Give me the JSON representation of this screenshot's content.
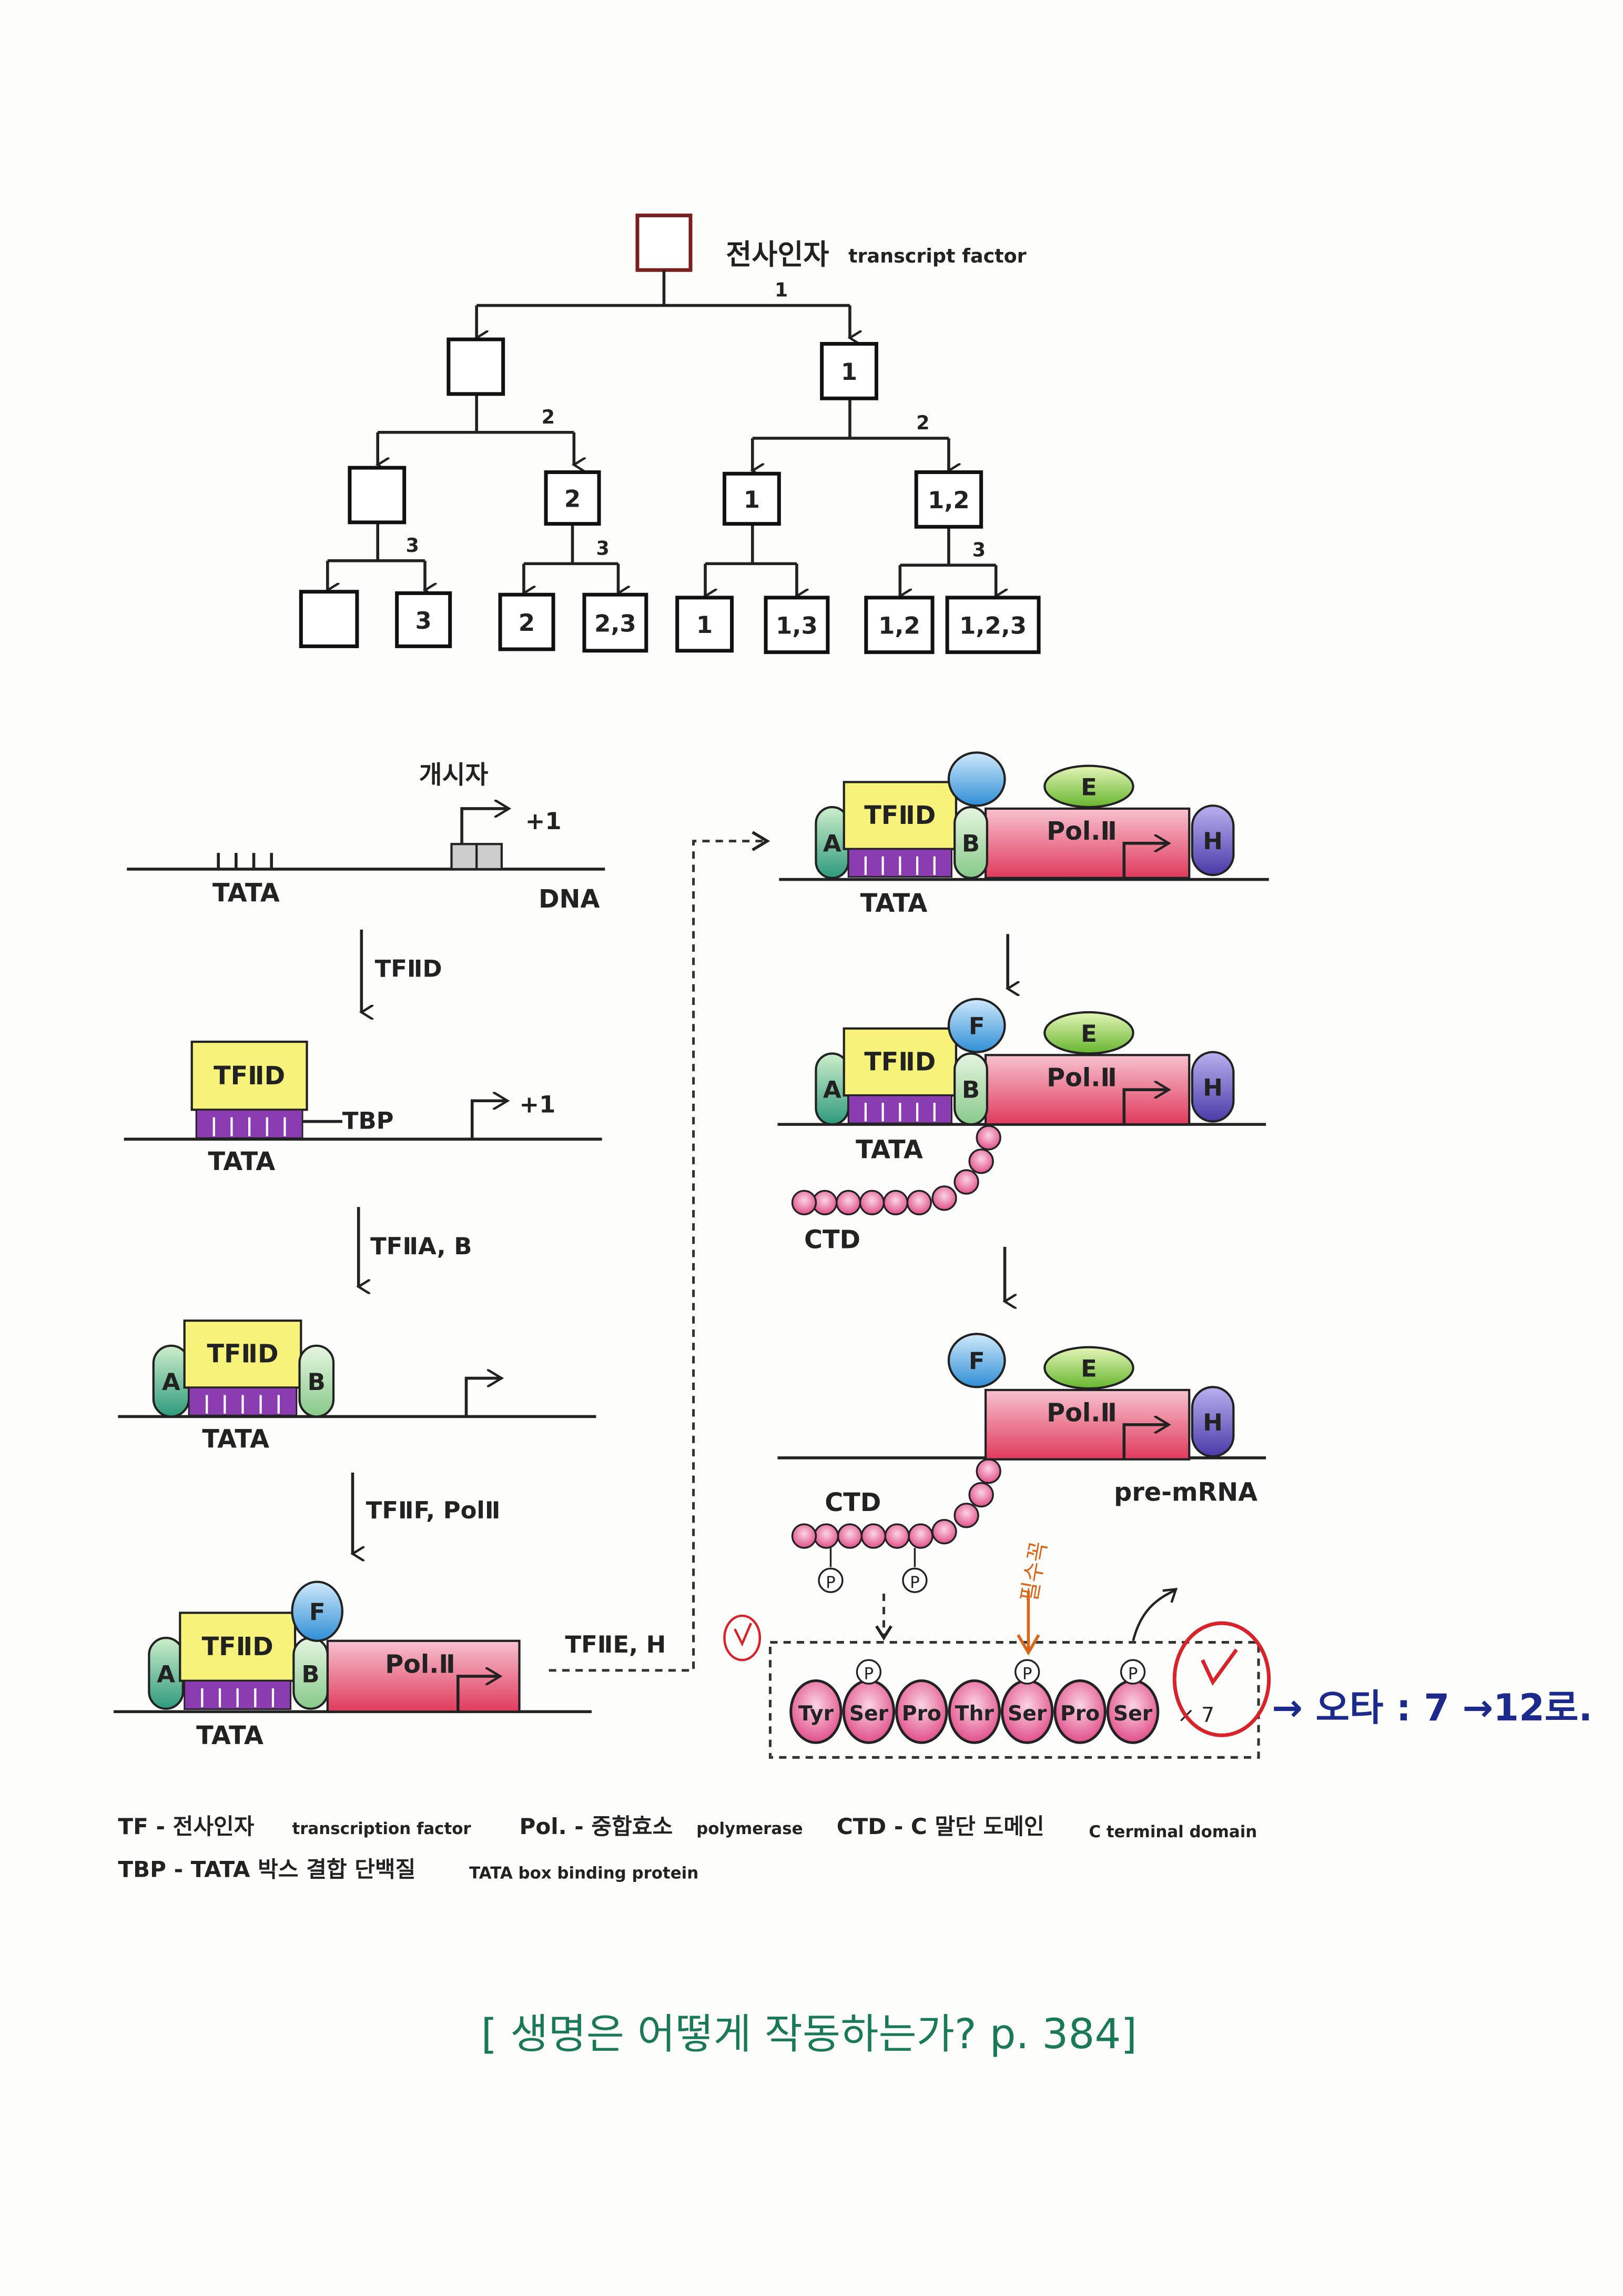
{
  "tree": {
    "root_label_ko": "전사인자",
    "root_label_en": "transcript factor",
    "level_labels": [
      "1",
      "2",
      "2",
      "3",
      "3",
      "3"
    ],
    "nodes_l1": [
      "",
      "1"
    ],
    "nodes_l2": [
      "",
      "2",
      "1",
      "1,2"
    ],
    "nodes_l3": [
      "",
      "3",
      "2",
      "2,3",
      "1",
      "1,3",
      "1,2",
      "1,2,3"
    ]
  },
  "left_steps": {
    "initiator": "개시자",
    "plus1": "+1",
    "tata": "TATA",
    "dna": "DNA",
    "tbp": "TBP",
    "tfiid": "TFⅡD",
    "a": "A",
    "b": "B",
    "f": "F",
    "pol": "Pol.Ⅱ",
    "arrows": [
      "TFⅡD",
      "TFⅡA, B",
      "TFⅡF, PolⅡ"
    ],
    "to_right": "TFⅡE, H"
  },
  "right_steps": {
    "e": "E",
    "h": "H",
    "f": "F",
    "ctd": "CTD",
    "pre_mrna": "pre-mRNA",
    "p": "P",
    "repeat": [
      "Tyr",
      "Ser",
      "Pro",
      "Thr",
      "Ser",
      "Pro",
      "Ser"
    ],
    "times": "× 7"
  },
  "annotations": {
    "orange_note": "필수꼭",
    "blue_note": "→ 오타 : 7 →12로.",
    "colors": {
      "red": "#d8232a",
      "blue": "#1c2a8c",
      "orange": "#d9661a"
    }
  },
  "legend": {
    "tf": "TF - 전사인자",
    "tf_en": "transcription factor",
    "pol": "Pol. - 중합효소",
    "pol_en": "polymerase",
    "ctd": "CTD - C 말단 도메인",
    "ctd_en": "C terminal domain",
    "tbp": "TBP - TATA 박스 결합 단백질",
    "tbp_en": "TATA box binding protein"
  },
  "citation": "[ 생명은 어떻게 작동하는가? p. 384]"
}
